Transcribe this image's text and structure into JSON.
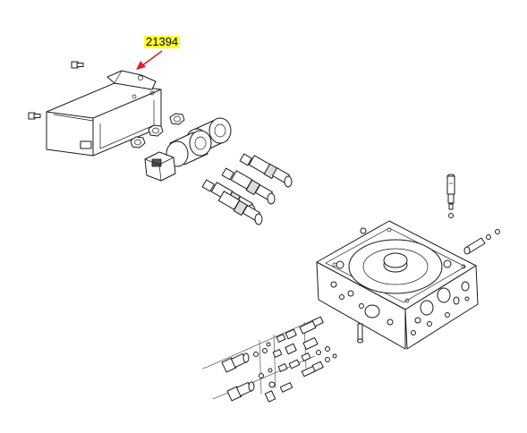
{
  "callout": {
    "part_number": "21394",
    "highlight_color": "#ffff33",
    "arrow_color": "#e02020"
  },
  "parts": [
    "solenoid-cover",
    "cover-screws",
    "lock-nuts",
    "solenoid-coils",
    "solenoid-connector",
    "cartridge-valves",
    "valve-manifold-block",
    "adjusting-rod",
    "plug-pin",
    "fittings-kit"
  ]
}
